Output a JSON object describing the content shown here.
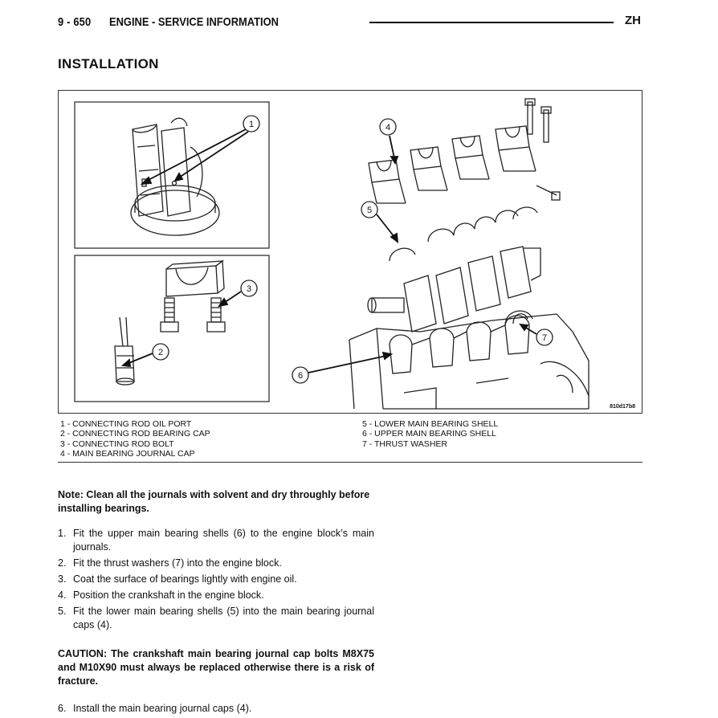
{
  "header": {
    "page": "9 - 650",
    "title": "ENGINE - SERVICE INFORMATION",
    "code": "ZH"
  },
  "section_title": "INSTALLATION",
  "figure": {
    "code": "810d17b8",
    "callouts": [
      "1",
      "2",
      "3",
      "4",
      "5",
      "6",
      "7"
    ]
  },
  "legend": {
    "left": [
      "1 - CONNECTING ROD OIL PORT",
      "2 - CONNECTING ROD BEARING CAP",
      "3 - CONNECTING ROD BOLT",
      "4 - MAIN BEARING JOURNAL CAP"
    ],
    "right": [
      "5 - LOWER MAIN BEARING SHELL",
      "6 - UPPER MAIN BEARING SHELL",
      "7 - THRUST WASHER"
    ]
  },
  "note": "Note: Clean all the journals with solvent and dry throughly before installing bearings.",
  "steps": [
    {
      "num": "1.",
      "text": "Fit the upper main bearing shells (6) to the engine block’s main journals."
    },
    {
      "num": "2.",
      "text": "Fit the thrust washers (7) into the engine block."
    },
    {
      "num": "3.",
      "text": "Coat the surface of bearings lightly with engine oil."
    },
    {
      "num": "4.",
      "text": "Position the crankshaft in the engine block."
    },
    {
      "num": "5.",
      "text": "Fit the lower main bearing shells (5) into the main bearing journal caps (4)."
    }
  ],
  "caution": "CAUTION: The crankshaft main bearing journal cap bolts M8X75 and M10X90 must always be replaced otherwise there is a risk of fracture.",
  "step6": {
    "num": "6.",
    "text": "Install the main bearing journal caps (4)."
  }
}
